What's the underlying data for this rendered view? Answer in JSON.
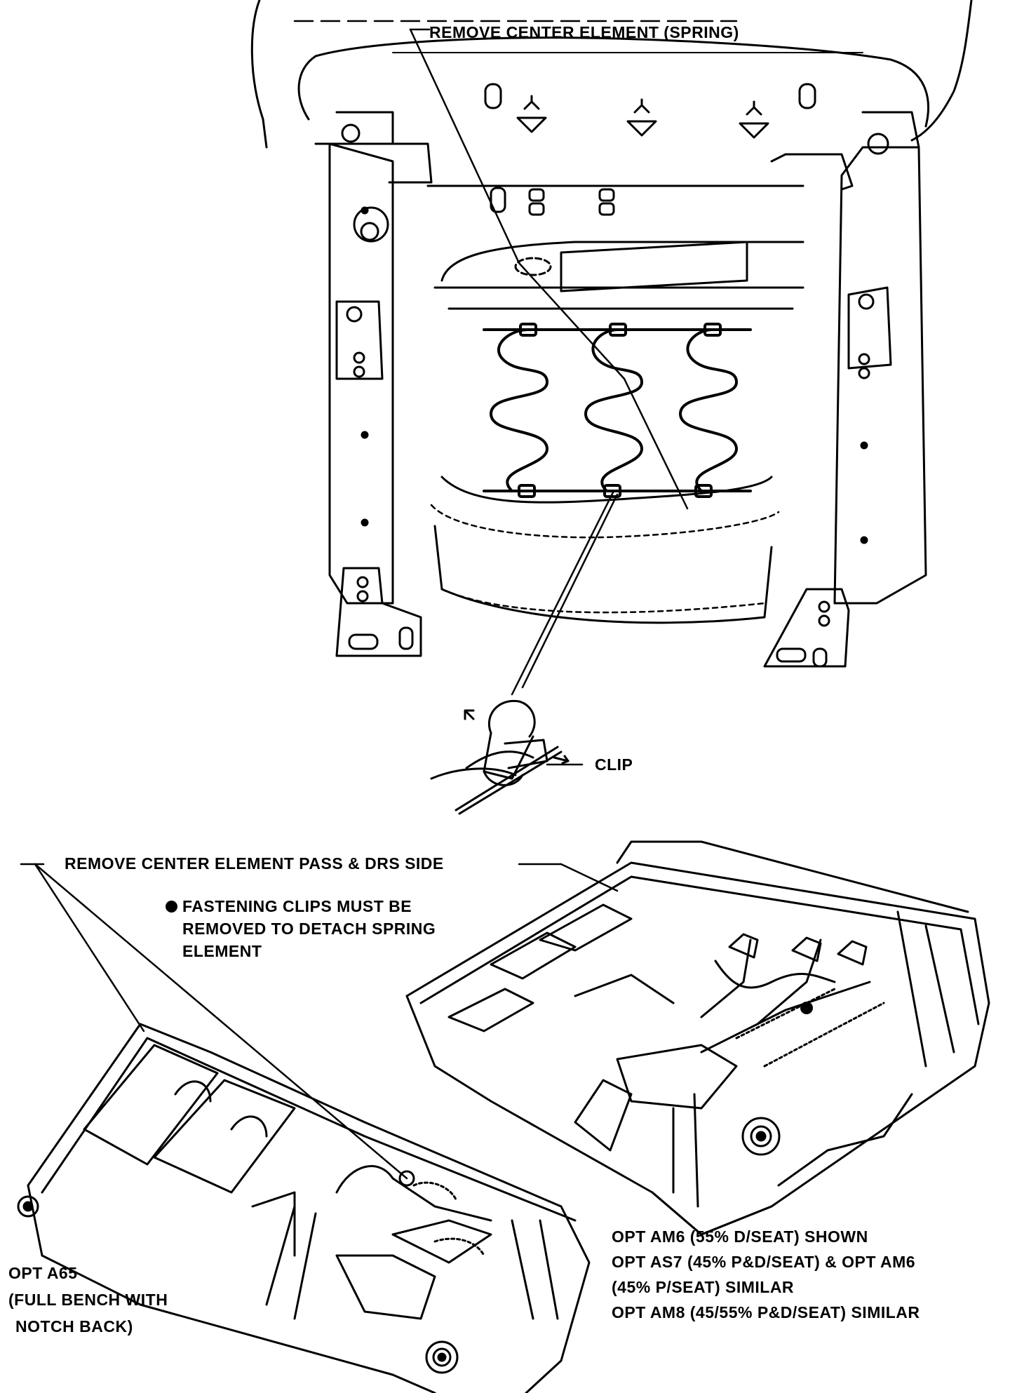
{
  "labels": {
    "remove_center_spring": "REMOVE CENTER ELEMENT (SPRING)",
    "clip": "CLIP",
    "remove_center_pass_drs": "REMOVE CENTER ELEMENT PASS & DRS SIDE",
    "fastening_note": [
      "FASTENING CLIPS MUST BE",
      "REMOVED TO DETACH SPRING",
      "ELEMENT"
    ],
    "opt_shown": [
      "OPT AM6 (55% D/SEAT) SHOWN",
      "OPT AS7 (45% P&D/SEAT) & OPT AM6",
      "(45% P/SEAT) SIMILAR",
      "OPT AM8 (45/55% P&D/SEAT) SIMILAR"
    ],
    "opt_a65": [
      "OPT A65",
      "(FULL BENCH WITH",
      "NOTCH BACK)"
    ]
  },
  "colors": {
    "ink": "#000000",
    "paper": "#ffffff"
  }
}
